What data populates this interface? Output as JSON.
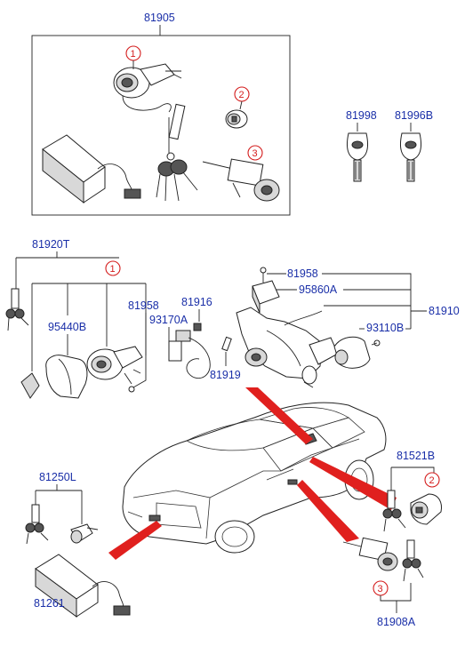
{
  "labels": {
    "p81905": "81905",
    "p81998": "81998",
    "p81996B": "81996B",
    "p81920T": "81920T",
    "p95440B": "95440B",
    "p81958a": "81958",
    "p81916": "81916",
    "p93170A": "93170A",
    "p81919": "81919",
    "p81958b": "81958",
    "p95860A": "95860A",
    "p81910": "81910",
    "p93110B": "93110B",
    "p81521B": "81521B",
    "p81250L": "81250L",
    "p81261": "81261",
    "p81908A": "81908A"
  },
  "callouts": {
    "c1a": "1",
    "c2": "2",
    "c3a": "3",
    "c1b": "1",
    "c2b": "2",
    "c3b": "3"
  },
  "colors": {
    "part_number": "#1a2fa8",
    "callout": "#d41c1c",
    "pointer": "#e0201e"
  }
}
